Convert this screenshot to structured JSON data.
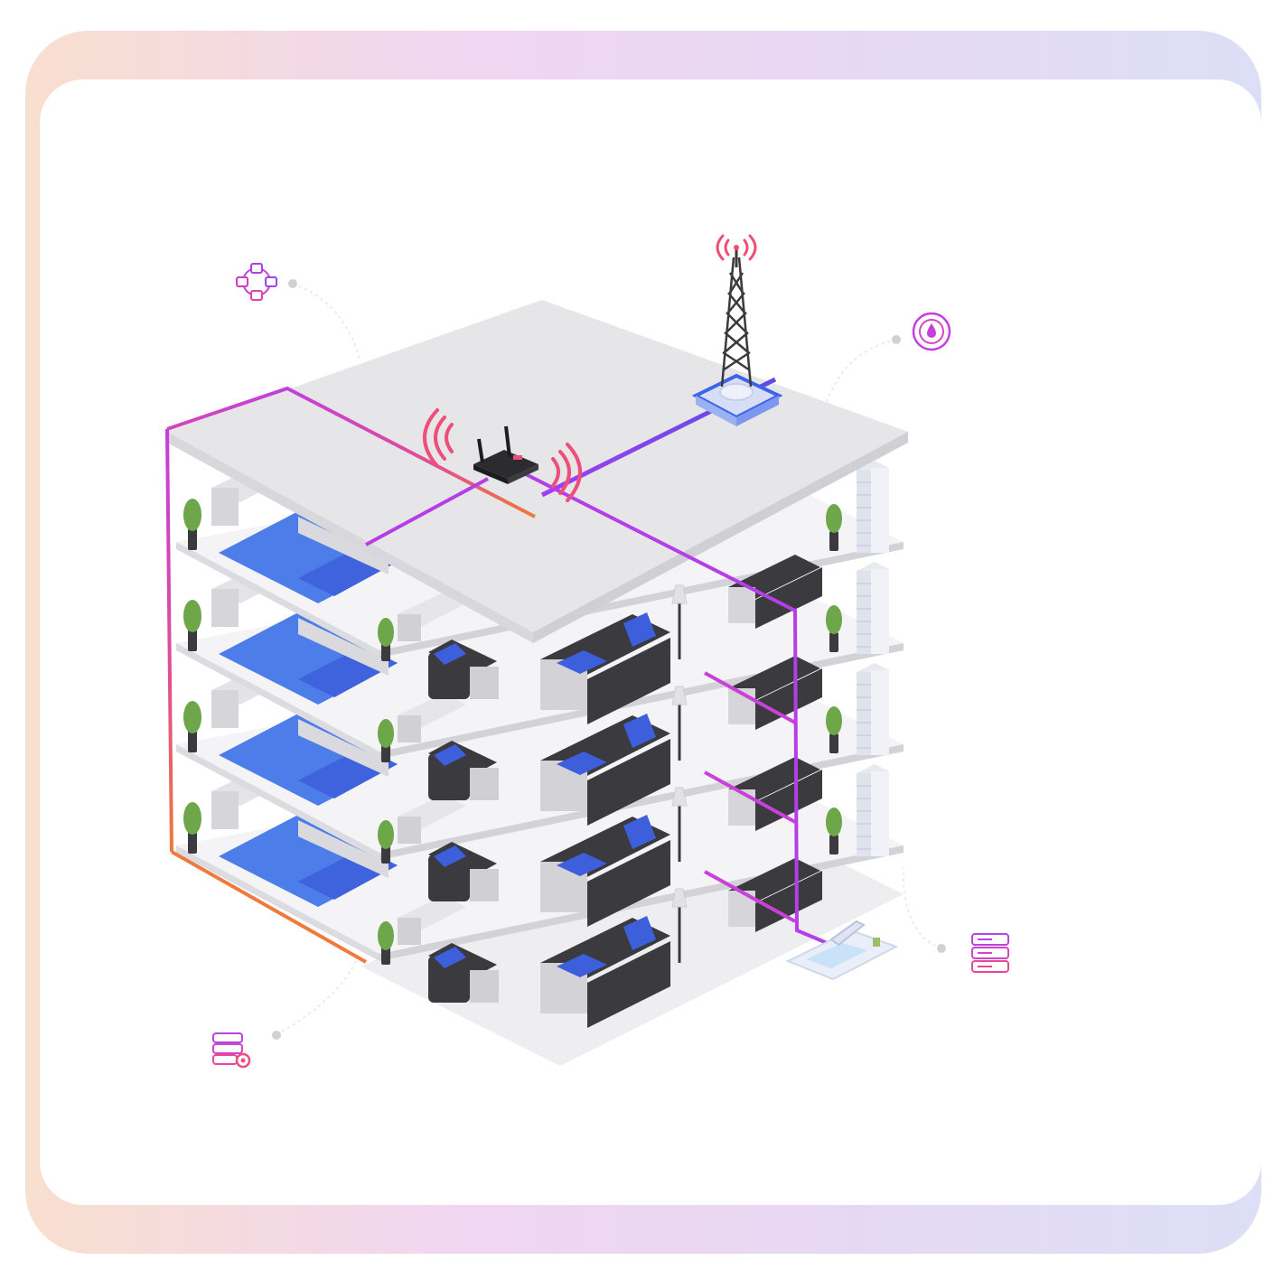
{
  "page": {
    "title": "",
    "background": "#ffffff",
    "frame_gradient": [
      "#f8dfcf",
      "#f1d6f1",
      "#e7d8f3",
      "#dcdff6"
    ]
  },
  "callouts": [
    {
      "id": "top-left",
      "icon": "network-nodes-icon",
      "text": ""
    },
    {
      "id": "top-right",
      "icon": "water-drop-gauge-icon",
      "text": ""
    },
    {
      "id": "bottom-right",
      "icon": "server-stack-icon",
      "text": ""
    },
    {
      "id": "bottom-left",
      "icon": "server-settings-icon",
      "text": ""
    }
  ],
  "colors": {
    "accent_magenta": "#d63be0",
    "accent_purple": "#9b3ff0",
    "accent_blue": "#5b4ce8",
    "accent_orange": "#ef7a3c",
    "floor_blue": "#4c7de8",
    "furniture_dark": "#3a3a3f",
    "signal_pink": "#ee4f7a"
  },
  "diagram": {
    "floors": 4,
    "elements": [
      "router",
      "cell-tower",
      "laptop-desk"
    ]
  }
}
